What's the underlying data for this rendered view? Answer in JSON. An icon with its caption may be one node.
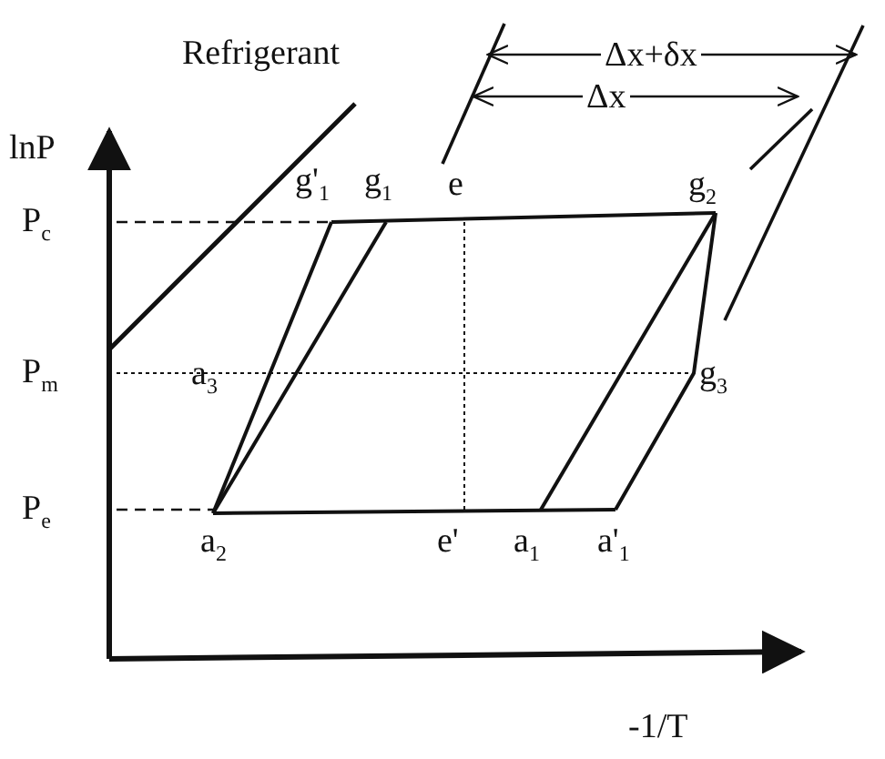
{
  "diagram": {
    "labels": [
      "Refrigerant",
      "Δx+δx",
      "Δx",
      "lnP",
      "g'$_{1}$",
      "g$_{1}$",
      "e",
      "g$_{2}$",
      "P$_{c}$",
      "P$_{m}$",
      "a$_{3}$",
      "g$_{3}$",
      "P$_{e}$",
      "a$_{2}$",
      "e'",
      "a$_{1}$",
      "a'$_{1}$",
      "-1/T"
    ]
  }
}
